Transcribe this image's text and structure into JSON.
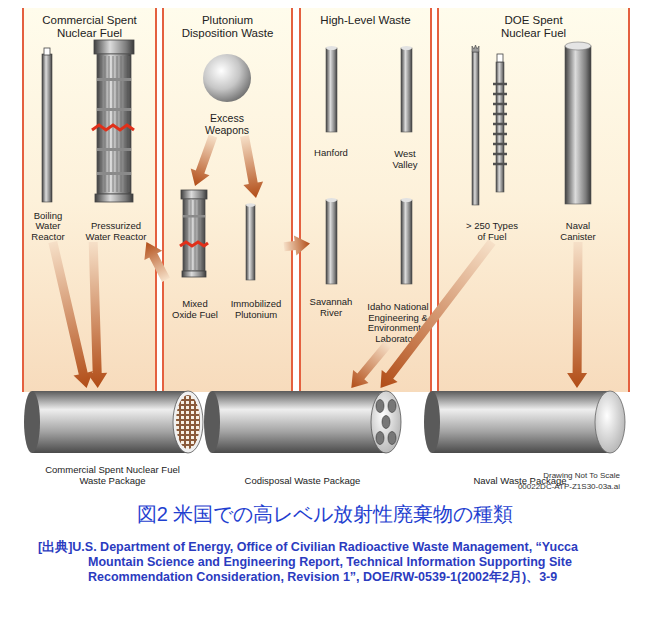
{
  "diagram": {
    "title": "図2 米国での高レベル放射性廃棄物の種類",
    "caption": "[出典]U.S. Department of Energy, Office of Civilian Radioactive Waste Management, “Yucca Mountain Science and Engineering Report, Technical Information Supporting Site Recommendation Consideration, Revision 1”, DOE/RW-0539-1(2002年2月)、3-9",
    "nodes": [
      {
        "text": [
          "Commercial Spent Nuclear Fuel"
        ]
      },
      {
        "text": [
          "Boiling Water Reactor"
        ],
        "in": 0
      },
      {
        "text": [
          "Pressurized Water Reactor"
        ],
        "in": 0
      },
      {
        "text": [
          "Plutonium Disposition Waste"
        ]
      },
      {
        "text": [
          "Excess Weapons"
        ],
        "in": 3
      },
      {
        "text": [
          "Mixed Oxide Fuel"
        ],
        "in": 3
      },
      {
        "text": [
          "Immobilized Plutonium"
        ],
        "in": 3
      },
      {
        "text": [
          "High-Level Waste"
        ]
      },
      {
        "text": [
          "Hanford"
        ],
        "in": 7
      },
      {
        "text": [
          "West Valley"
        ],
        "in": 7
      },
      {
        "text": [
          "Savannah River"
        ],
        "in": 7
      },
      {
        "text": [
          "Idaho National Engineering & Environmental Laboratory"
        ],
        "in": 7
      },
      {
        "text": [
          "DOE Spent Nuclear Fuel"
        ]
      },
      {
        "text": [
          "> 250 Types of Fuel"
        ],
        "in": 12
      },
      {
        "text": [
          "Naval Canister"
        ],
        "in": 12
      },
      {
        "text": [
          "Commercial Spent Nuclear Fuel Waste Package"
        ]
      },
      {
        "text": [
          "Codisposal Waste Package"
        ]
      },
      {
        "text": [
          "Naval Waste Package"
        ]
      }
    ],
    "edges": [
      {
        "from": 4,
        "to": 5,
        "arrow": "to"
      },
      {
        "from": 4,
        "to": 6,
        "arrow": "to"
      },
      {
        "from": 5,
        "to": 2,
        "arrow": "to"
      },
      {
        "from": 6,
        "to": 10,
        "arrow": "to"
      },
      {
        "from": 1,
        "to": 15,
        "arrow": "to"
      },
      {
        "from": 2,
        "to": 15,
        "arrow": "to"
      },
      {
        "from": 11,
        "to": 16,
        "arrow": "to"
      },
      {
        "from": 13,
        "to": 16,
        "arrow": "to"
      },
      {
        "from": 14,
        "to": 17,
        "arrow": "to"
      }
    ],
    "labels": [
      "Drawing Not To Scale",
      "00022DC-ATP-Z1S30-03a.ai"
    ]
  }
}
